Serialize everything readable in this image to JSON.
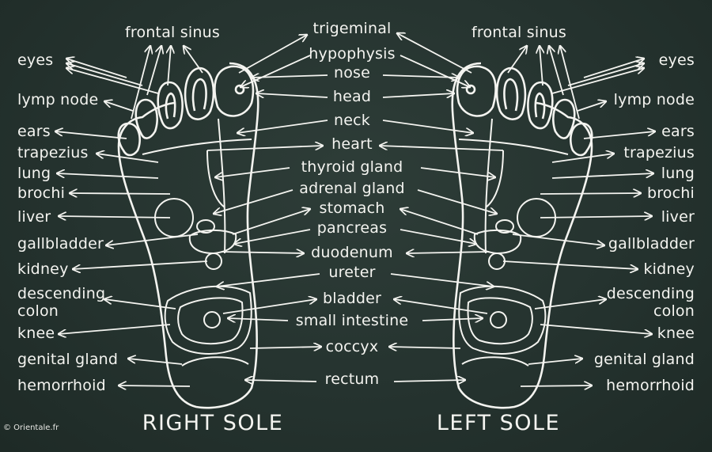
{
  "titles": {
    "right_sole": "RIGHT SOLE",
    "left_sole": "LEFT SOLE"
  },
  "copyright": "© Orientale.fr",
  "center_labels": [
    "trigeminal",
    "hypophysis",
    "nose",
    "head",
    "neck",
    "heart",
    "thyroid gland",
    "adrenal gland",
    "stomach",
    "pancreas",
    "duodenum",
    "ureter",
    "bladder",
    "small intestine",
    "coccyx",
    "rectum"
  ],
  "left_labels": {
    "frontal_sinus": "frontal sinus",
    "eyes": "eyes",
    "lymph_node": "lymp node",
    "ears": "ears",
    "trapezius": "trapezius",
    "lung": "lung",
    "brochi": "brochi",
    "liver": "liver",
    "gallbladder": "gallbladder",
    "kidney": "kidney",
    "descending_1": "descending",
    "descending_2": "colon",
    "knee": "knee",
    "genital_gland": "genital gland",
    "hemorrhoid": "hemorrhoid"
  },
  "right_labels": {
    "frontal_sinus": "frontal sinus",
    "eyes": "eyes",
    "lymph_node": "lymp node",
    "ears": "ears",
    "trapezius": "trapezius",
    "lung": "lung",
    "brochi": "brochi",
    "liver": "liver",
    "gallbladder": "gallbladder",
    "kidney": "kidney",
    "descending_1": "descending",
    "descending_2": "colon",
    "knee": "knee",
    "genital_gland": "genital gland",
    "hemorrhoid": "hemorrhoid"
  }
}
